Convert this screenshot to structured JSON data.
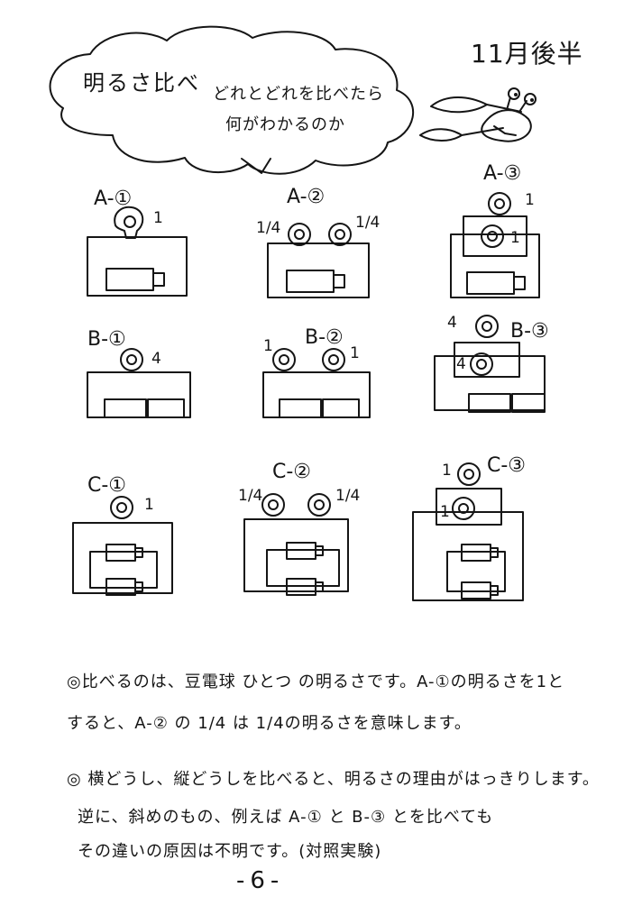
{
  "header": {
    "title": "明るさ比べ",
    "bubble_line1": "どれとどれを比べたら",
    "bubble_line2": "何がわかるのか",
    "date": "11月後半"
  },
  "circuits": {
    "a1": {
      "label": "A-①",
      "bulbs": [
        "1"
      ]
    },
    "a2": {
      "label": "A-②",
      "bulbs": [
        "1/4",
        "1/4"
      ]
    },
    "a3": {
      "label": "A-③",
      "bulbs": [
        "1",
        "1"
      ]
    },
    "b1": {
      "label": "B-①",
      "bulbs": [
        "4"
      ]
    },
    "b2": {
      "label": "B-②",
      "bulbs": [
        "1",
        "1"
      ]
    },
    "b3": {
      "label": "B-③",
      "bulbs": [
        "4",
        "4"
      ]
    },
    "c1": {
      "label": "C-①",
      "bulbs": [
        "1"
      ]
    },
    "c2": {
      "label": "C-②",
      "bulbs": [
        "1/4",
        "1/4"
      ]
    },
    "c3": {
      "label": "C-③",
      "bulbs": [
        "1",
        "1"
      ]
    }
  },
  "notes": {
    "p1_line1": "◎比べるのは、豆電球 ひとつ の明るさです。A-①の明るさを1と",
    "p1_line2": "すると、A-② の 1/4 は 1/4の明るさを意味します。",
    "p2_line1": "◎ 横どうし、縦どうしを比べると、明るさの理由がはっきりします。",
    "p2_line2": "逆に、斜めのもの、例えば A-① と B-③ とを比べても",
    "p2_line3": "その違いの原因は不明です。(対照実験)"
  },
  "footer": {
    "page_number": "-6-"
  }
}
